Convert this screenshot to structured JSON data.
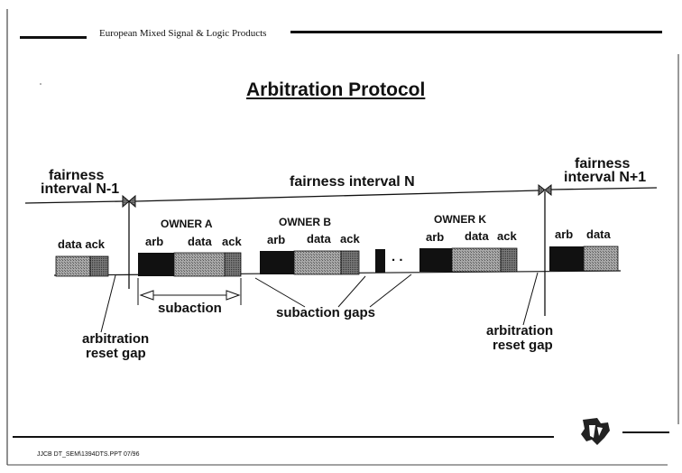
{
  "header": {
    "company": "European Mixed Signal & Logic Products"
  },
  "title": "Arbitration Protocol",
  "fairness": {
    "prev": [
      "fairness",
      "interval N-1"
    ],
    "current": "fairness interval N",
    "next": [
      "fairness",
      "interval N+1"
    ]
  },
  "owners": {
    "a": "OWNER A",
    "b": "OWNER B",
    "k": "OWNER K"
  },
  "packet_labels": {
    "data": "data",
    "ack": "ack",
    "arb": "arb",
    "data_ack": "data ack"
  },
  "ellipsis": ". .",
  "annotations": {
    "subaction": "subaction",
    "subaction_gaps": "subaction gaps",
    "reset_gap_left": [
      "arbitration",
      "reset gap"
    ],
    "reset_gap_right": [
      "arbitration",
      "reset gap"
    ]
  },
  "footer": {
    "file": "JJCB  DT_SEM\\1394DTS.PPT  07/96"
  },
  "colors": {
    "fill_black": "#111111",
    "fill_gray": "#9a9a9a",
    "line": "#111111"
  }
}
